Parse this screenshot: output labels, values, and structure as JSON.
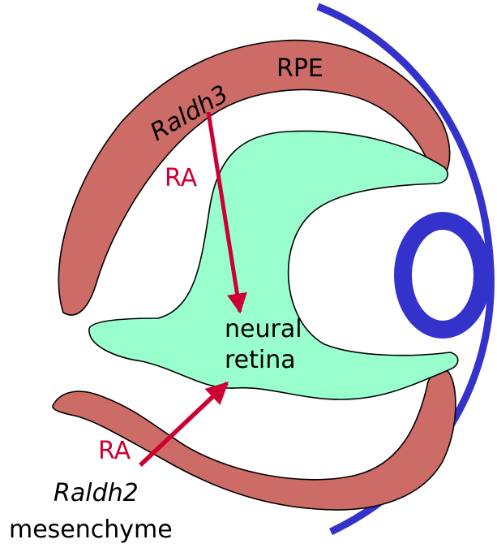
{
  "labels": {
    "rpe": "RPE",
    "raldh3": "Raldh3",
    "ra_top": "RA",
    "neural": "neural",
    "retina": "retina",
    "ra_bottom": "RA",
    "raldh2": "Raldh2",
    "mesenchyme": "mesenchyme"
  },
  "colors": {
    "rpe_fill": "#cd6b67",
    "retina_fill": "#99ffcc",
    "lens_and_outline": "#3333cc",
    "ra_arrow": "#cc0033",
    "text": "#000000"
  }
}
